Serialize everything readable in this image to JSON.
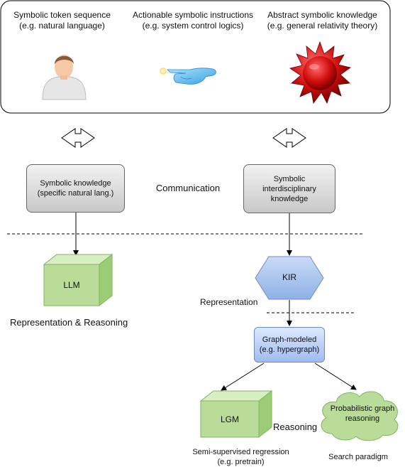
{
  "top": {
    "col1": {
      "line1": "Symbolic token sequence",
      "line2": "(e.g. natural language)"
    },
    "col2": {
      "line1": "Actionable symbolic instructions",
      "line2": "(e.g. system control logics)"
    },
    "col3": {
      "line1": "Abstract symbolic knowledge",
      "line2": "(e.g. general relativity theory)"
    }
  },
  "nodes": {
    "sym_knowledge": {
      "line1": "Symbolic knowledge",
      "line2": "(specific natural lang.)"
    },
    "communication": "Communication",
    "sym_interdisc": {
      "line1": "Symbolic",
      "line2": "interdisciplinary",
      "line3": "knowledge"
    },
    "llm": "LLM",
    "rep_reasoning": "Representation & Reasoning",
    "kir": "KIR",
    "representation": "Representation",
    "graph_modeled": {
      "line1": "Graph-modeled",
      "line2": "(e.g. hypergraph)"
    },
    "lgm": "LGM",
    "reasoning": "Reasoning",
    "prob_graph": {
      "line1": "Probabilistic graph",
      "line2": "reasoning"
    },
    "semi_supervised": {
      "line1": "Semi-supervised regression",
      "line2": "(e.g. pretrain)"
    },
    "search": "Search paradigm"
  },
  "colors": {
    "gray_fill": "#d9d9d9",
    "blue_fill": "#a9c4eb",
    "green_fill": "#b9dd99",
    "green_stroke": "#82b366",
    "blue_stroke": "#6c8ebf"
  },
  "icons": [
    "person-icon",
    "pointing-hand-icon",
    "red-spiky-ball-icon"
  ]
}
